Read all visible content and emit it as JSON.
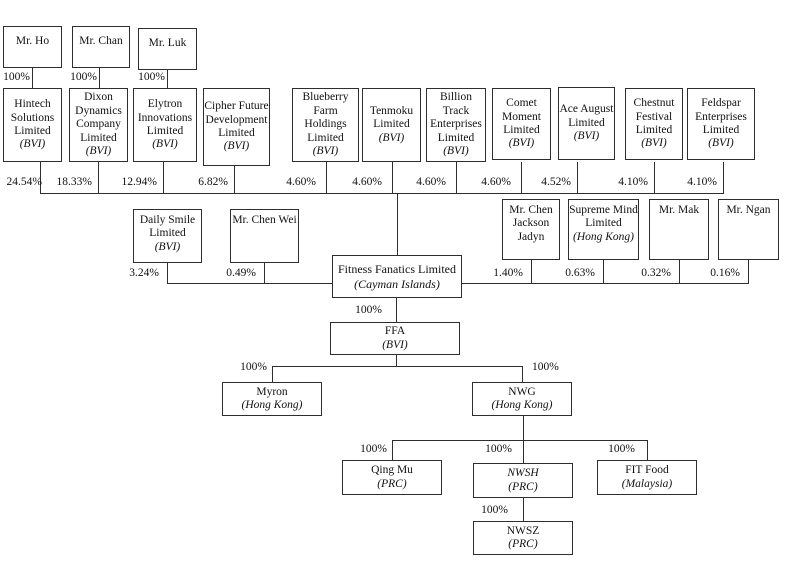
{
  "owners": [
    {
      "name": "Mr. Ho",
      "stake": "100%"
    },
    {
      "name": "Mr. Chan",
      "stake": "100%"
    },
    {
      "name": "Mr. Luk",
      "stake": "100%"
    }
  ],
  "shareholders": [
    {
      "name": "Hintech Solutions Limited",
      "jurisdiction": "(BVI)",
      "stake": "24.54%"
    },
    {
      "name": "Dixon Dynamics Company Limited",
      "jurisdiction": "(BVI)",
      "stake": "18.33%"
    },
    {
      "name": "Elytron Innovations Limited",
      "jurisdiction": "(BVI)",
      "stake": "12.94%"
    },
    {
      "name": "Cipher Future Development Limited",
      "jurisdiction": "(BVI)",
      "stake": "6.82%"
    },
    {
      "name": "Blueberry Farm Holdings Limited",
      "jurisdiction": "(BVI)",
      "stake": "4.60%"
    },
    {
      "name": "Tenmoku Limited",
      "jurisdiction": "(BVI)",
      "stake": "4.60%"
    },
    {
      "name": "Billion Track Enterprises Limited",
      "jurisdiction": "(BVI)",
      "stake": "4.60%"
    },
    {
      "name": "Comet Moment Limited",
      "jurisdiction": "(BVI)",
      "stake": "4.60%"
    },
    {
      "name": "Ace August Limited",
      "jurisdiction": "(BVI)",
      "stake": "4.52%"
    },
    {
      "name": "Chestnut Festival Limited",
      "jurisdiction": "(BVI)",
      "stake": "4.10%"
    },
    {
      "name": "Feldspar Enterprises Limited",
      "jurisdiction": "(BVI)",
      "stake": "4.10%"
    }
  ],
  "minority_shareholders": [
    {
      "name": "Daily Smile Limited",
      "jurisdiction": "(BVI)",
      "stake": "3.24%"
    },
    {
      "name": "Mr. Chen Wei",
      "stake": "0.49%"
    },
    {
      "name": "Mr. Chen Jackson Jadyn",
      "stake": "1.40%"
    },
    {
      "name": "Supreme Mind Limited",
      "jurisdiction": "(Hong Kong)",
      "stake": "0.63%"
    },
    {
      "name": "Mr. Mak",
      "stake": "0.32%"
    },
    {
      "name": "Mr. Ngan",
      "stake": "0.16%"
    }
  ],
  "company": {
    "name": "Fitness Fanatics Limited",
    "jurisdiction": "(Cayman Islands)"
  },
  "subsidiaries": {
    "ffa": {
      "name": "FFA",
      "jurisdiction": "(BVI)",
      "stake": "100%"
    },
    "myron": {
      "name": "Myron",
      "jurisdiction": "(Hong Kong)",
      "stake": "100%"
    },
    "nwg": {
      "name": "NWG",
      "jurisdiction": "(Hong Kong)",
      "stake": "100%"
    },
    "qing_mu": {
      "name": "Qing Mu",
      "jurisdiction": "(PRC)",
      "stake": "100%"
    },
    "nwsh": {
      "name": "NWSH",
      "jurisdiction": "(PRC)",
      "stake": "100%"
    },
    "fit_food": {
      "name": "FIT Food",
      "jurisdiction": "(Malaysia)",
      "stake": "100%"
    },
    "nwsz": {
      "name": "NWSZ",
      "jurisdiction": "(PRC)",
      "stake": "100%"
    }
  }
}
